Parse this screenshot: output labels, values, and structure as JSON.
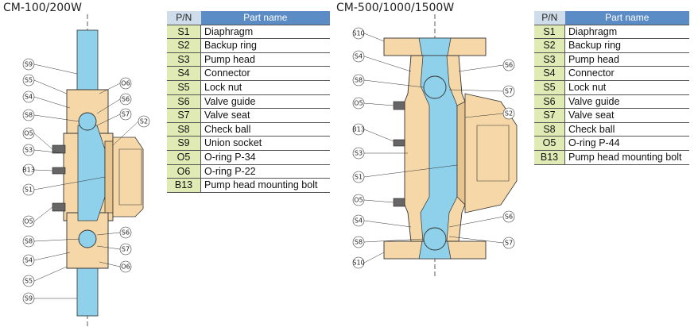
{
  "titles": {
    "left": "CM-100/200W",
    "right": "CM-500/1000/1500W"
  },
  "table_headers": {
    "pn": "P/N",
    "name": "Part name"
  },
  "table_left": [
    {
      "pn": "S1",
      "name": "Diaphragm"
    },
    {
      "pn": "S2",
      "name": "Backup ring"
    },
    {
      "pn": "S3",
      "name": "Pump head"
    },
    {
      "pn": "S4",
      "name": "Connector"
    },
    {
      "pn": "S5",
      "name": "Lock nut"
    },
    {
      "pn": "S6",
      "name": "Valve guide"
    },
    {
      "pn": "S7",
      "name": "Valve seat"
    },
    {
      "pn": "S8",
      "name": "Check ball"
    },
    {
      "pn": "S9",
      "name": "Union socket"
    },
    {
      "pn": "O5",
      "name": "O-ring P-34"
    },
    {
      "pn": "O6",
      "name": "O-ring P-22"
    },
    {
      "pn": "B13",
      "name": "Pump head mounting bolt"
    }
  ],
  "table_right": [
    {
      "pn": "S1",
      "name": "Diaphragm"
    },
    {
      "pn": "S2",
      "name": "Backup ring"
    },
    {
      "pn": "S3",
      "name": "Pump head"
    },
    {
      "pn": "S4",
      "name": "Connector"
    },
    {
      "pn": "S5",
      "name": "Lock nut"
    },
    {
      "pn": "S6",
      "name": "Valve guide"
    },
    {
      "pn": "S7",
      "name": "Valve seat"
    },
    {
      "pn": "S8",
      "name": "Check ball"
    },
    {
      "pn": "O5",
      "name": "O-ring P-44"
    },
    {
      "pn": "B13",
      "name": "Pump head mounting bolt"
    }
  ],
  "callouts_left": [
    "S9",
    "S5",
    "S4",
    "S8",
    "O5",
    "S3",
    "B13",
    "S1",
    "O5",
    "S8",
    "S4",
    "S5",
    "S9",
    "O6",
    "S6",
    "S7",
    "S2",
    "S6",
    "S7",
    "O6"
  ],
  "callouts_right": [
    "S10",
    "S4",
    "S8",
    "O5",
    "B13",
    "S3",
    "S1",
    "O5",
    "S4",
    "S8",
    "S10",
    "S6",
    "S7",
    "S2",
    "S6",
    "S7"
  ],
  "colors": {
    "body": "#f5d7a8",
    "fluid": "#8fd0ea",
    "outline": "#333333",
    "header": "#5b8cc6",
    "pn_cell": "#dfeab4"
  }
}
